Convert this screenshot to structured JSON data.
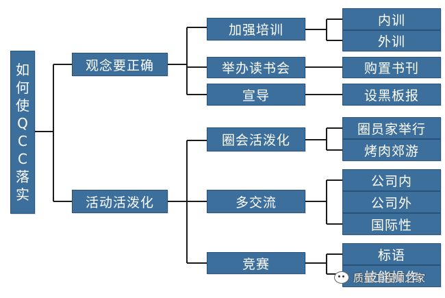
{
  "root": {
    "chars": [
      "如",
      "何",
      "使",
      "Q",
      "C",
      "C",
      "落",
      "实"
    ]
  },
  "level1": {
    "concept": "观念要正确",
    "activity": "活动活泼化"
  },
  "level2": {
    "training": "加强培训",
    "reading_club": "举办读书会",
    "promote": "宣导",
    "circle_lively": "圈会活泼化",
    "exchange": "多交流",
    "competition": "竞赛"
  },
  "level3": {
    "internal_training": "内训",
    "external_training": "外训",
    "buy_books": "购置书刊",
    "blackboard": "设黑板报",
    "circle_member_home": "圈员家举行",
    "bbq_outing": "烤肉郊游",
    "in_company": "公司内",
    "out_company": "公司外",
    "international": "国际性",
    "slogan": "标语",
    "skill_contest": "技能操作"
  },
  "watermark": {
    "text": "质量工程师之家",
    "icon": "wechat-icon"
  },
  "colors": {
    "box_fill": "#3d6f9c",
    "box_border": "#28527a",
    "connector": "#1a1a1a"
  }
}
